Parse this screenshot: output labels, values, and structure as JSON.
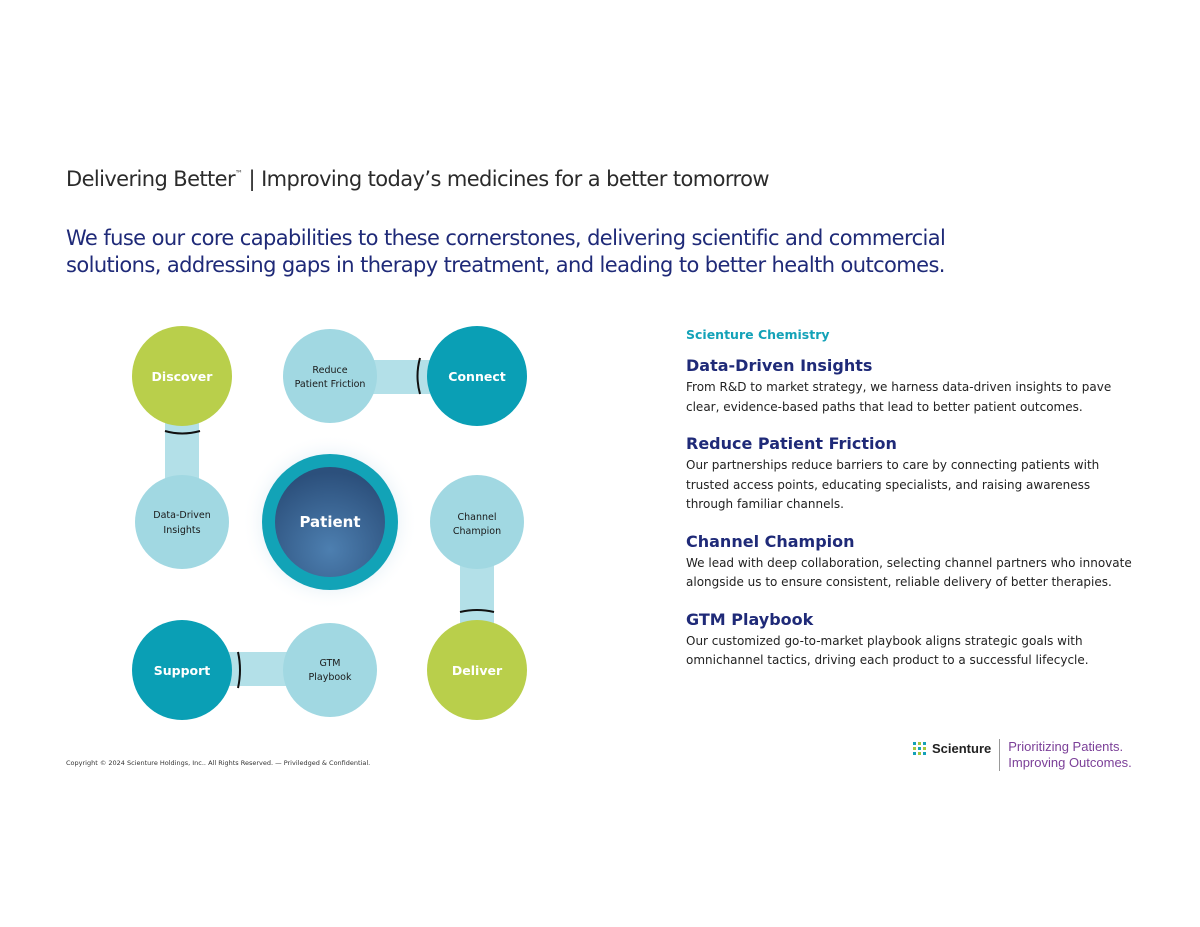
{
  "header": {
    "title_main": "Delivering Better",
    "title_tm": "™",
    "title_rest": " | Improving today’s medicines for a better tomorrow",
    "subtitle": "We fuse our core capabilities to these cornerstones, delivering scientific and commercial solutions, addressing gaps in therapy treatment, and leading to better health outcomes."
  },
  "diagram": {
    "center": "Patient",
    "discover": "Discover",
    "connect": "Connect",
    "support": "Support",
    "deliver": "Deliver",
    "reduce": [
      "Reduce",
      "Patient Friction"
    ],
    "data_driven": [
      "Data-Driven",
      "Insights"
    ],
    "channel": [
      "Channel",
      "Champion"
    ],
    "gtm": [
      "GTM",
      "Playbook"
    ]
  },
  "colors": {
    "lime": "#b9cf4b",
    "teal": "#0a9fb5",
    "light": "#a1d8e2",
    "navy": "#1f2a78",
    "patient": "#2f5a88"
  },
  "panel": {
    "kicker": "Scienture Chemistry",
    "sections": [
      {
        "title": "Data-Driven Insights",
        "body": "From R&D to market strategy, we harness data-driven insights to pave clear, evidence-based paths that lead to better patient outcomes."
      },
      {
        "title": "Reduce Patient Friction",
        "body": "Our partnerships reduce barriers to care by connecting patients with trusted access points, educating specialists, and raising awareness through familiar channels."
      },
      {
        "title": "Channel Champion",
        "body": "We lead with deep collaboration, selecting channel partners who innovate alongside us to ensure consistent, reliable delivery of better therapies."
      },
      {
        "title": "GTM Playbook",
        "body": "Our customized go-to-market playbook aligns strategic goals with omnichannel tactics, driving each product to a successful lifecycle."
      }
    ]
  },
  "footer": {
    "copyright": "Copyright © 2024  Scienture Holdings, Inc.. All Rights Reserved.  —   Priviledged & Confidential."
  },
  "logo": {
    "brand": "Scienture",
    "tagline1": "Prioritizing Patients.",
    "tagline2": "Improving Outcomes."
  }
}
